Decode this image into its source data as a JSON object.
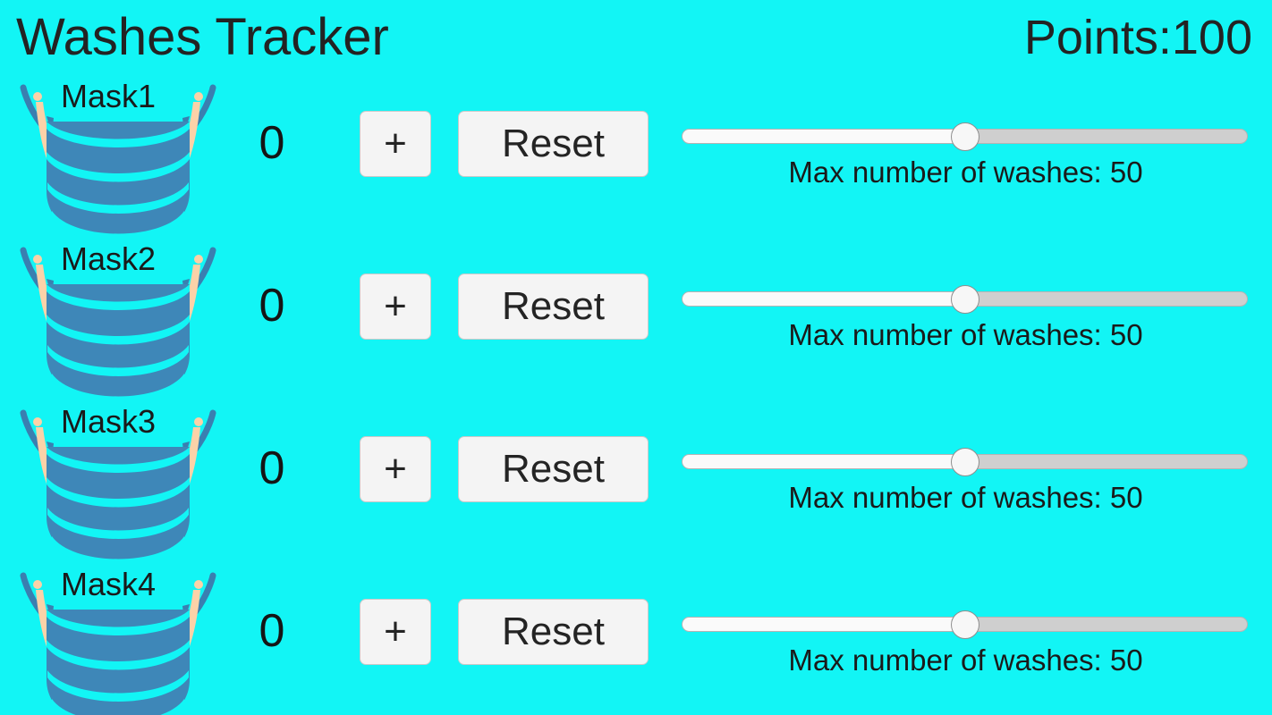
{
  "app": {
    "title": "Washes Tracker",
    "points_label": "Points:100",
    "background_color": "#12F5F5",
    "text_color": "#232323"
  },
  "colors": {
    "background": "#12F5F5",
    "mask_body": "#3E87B8",
    "mask_band": "#3A7FB0",
    "mask_pleat_line": "#12F5F5",
    "ear_loop": "#FBD2A8",
    "button_face": "#f4f4f4",
    "button_border": "#c9c9c9",
    "slider_track": "#cfcfcf",
    "slider_fill": "#fafafa",
    "slider_thumb": "#f7f7f7"
  },
  "rows": [
    {
      "mask_label": "Mask1",
      "count": "0",
      "increment_label": "+",
      "reset_label": "Reset",
      "slider_caption": "Max number of washes: 50",
      "slider_value": 50,
      "slider_percent": 50
    },
    {
      "mask_label": "Mask2",
      "count": "0",
      "increment_label": "+",
      "reset_label": "Reset",
      "slider_caption": "Max number of washes: 50",
      "slider_value": 50,
      "slider_percent": 50
    },
    {
      "mask_label": "Mask3",
      "count": "0",
      "increment_label": "+",
      "reset_label": "Reset",
      "slider_caption": "Max number of washes: 50",
      "slider_value": 50,
      "slider_percent": 50
    },
    {
      "mask_label": "Mask4",
      "count": "0",
      "increment_label": "+",
      "reset_label": "Reset",
      "slider_caption": "Max number of washes: 50",
      "slider_value": 50,
      "slider_percent": 50
    }
  ],
  "icons": {
    "mask": "face-mask-icon"
  }
}
